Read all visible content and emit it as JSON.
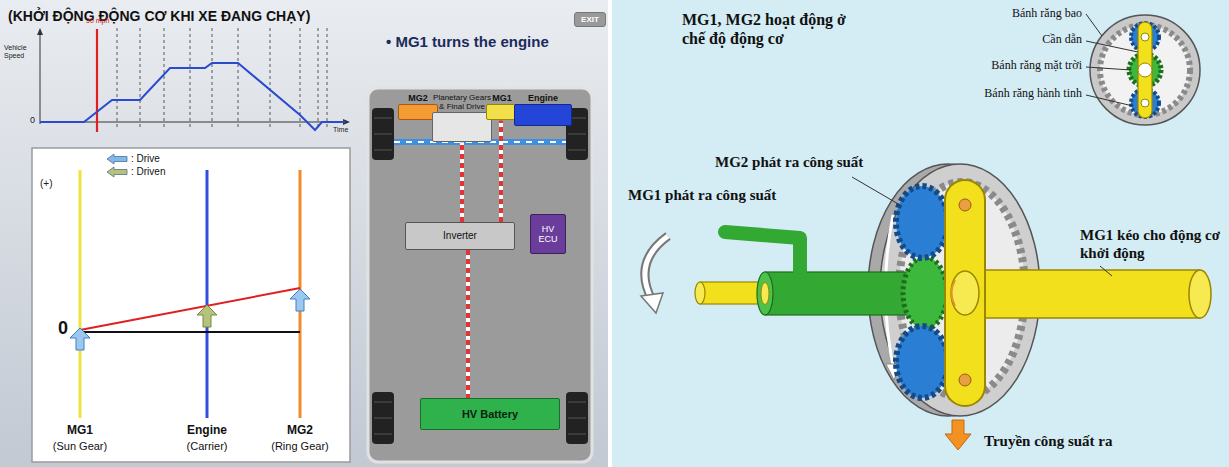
{
  "diagram": {
    "title": "(KHỞI ĐỘNG ĐỘNG CƠ KHI XE ĐANG CHẠY)",
    "nodes": [
      {
        "text": [
          "EXIT"
        ]
      },
      {
        "text": [
          "MG2"
        ]
      },
      {
        "text": [
          "Planetary Gears & Final Drive"
        ]
      },
      {
        "text": [
          "MG1"
        ]
      },
      {
        "text": [
          "Engine"
        ]
      },
      {
        "text": [
          "Inverter"
        ]
      },
      {
        "text": [
          "HV ECU"
        ]
      },
      {
        "text": [
          "HV Battery"
        ]
      }
    ],
    "edges": [
      {
        "from": 5,
        "to": 2,
        "arrow": "none"
      },
      {
        "from": 5,
        "to": 3,
        "arrow": "none"
      },
      {
        "from": 5,
        "to": 7,
        "arrow": "none"
      }
    ],
    "labels": [
      "30 mph",
      "Vehicle Speed",
      "0",
      "Time",
      "• MG1 turns the engine",
      "(+)",
      "0",
      "MG1",
      "(Sun Gear)",
      "Engine",
      "(Carrier)",
      "MG2",
      "(Ring Gear)",
      "MG1, MG2 hoạt động ở chế độ động cơ",
      "Bánh răng bao",
      "Cần dẫn",
      "Bánh răng mặt trời",
      "Bánh răng hành tinh",
      "MG2 phát ra công suất",
      "MG1 phát ra công suất",
      "MG1 kéo cho động cơ khởi động",
      "Truyền công suất ra"
    ],
    "legend": [
      {
        "text": ": Drive",
        "color": "#7fb8ee"
      },
      {
        "text": ": Driven",
        "color": "#b5c27a"
      }
    ]
  }
}
